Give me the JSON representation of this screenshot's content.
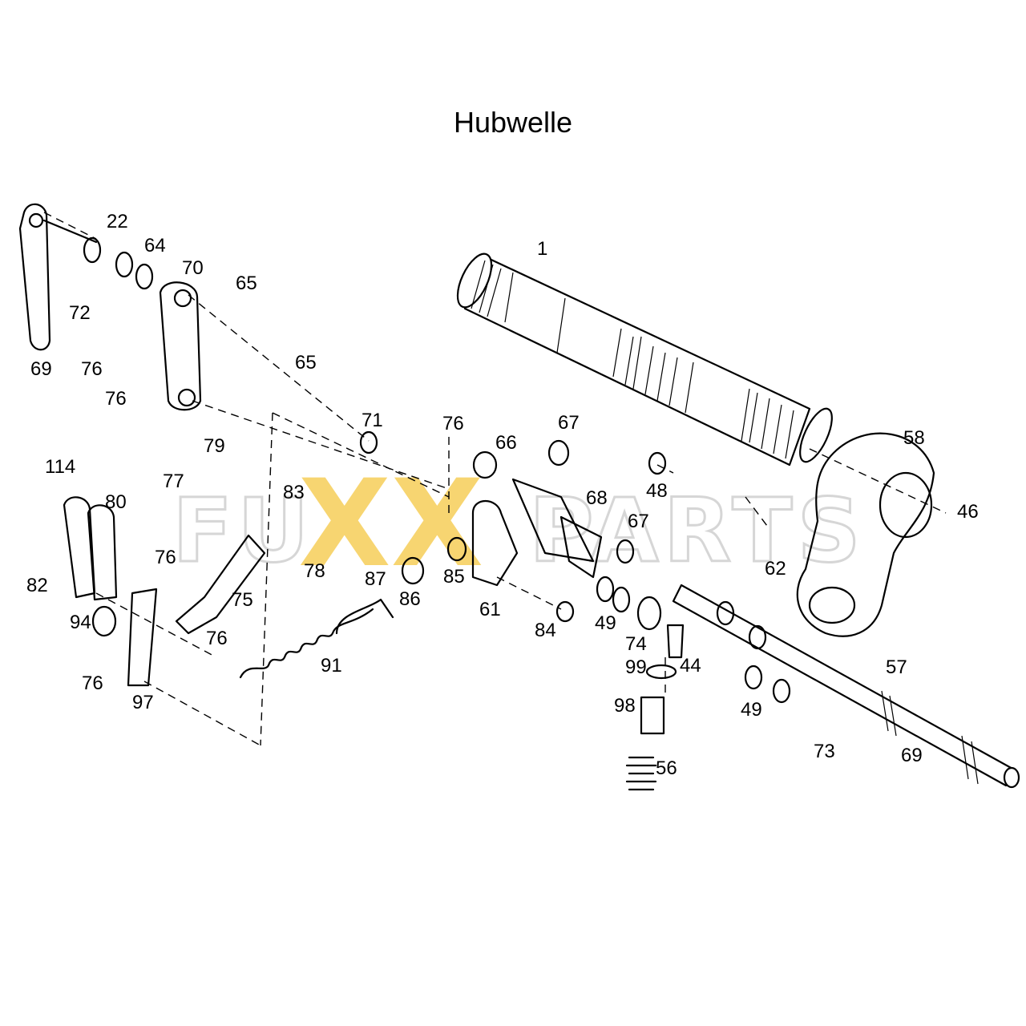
{
  "title": "Hubwelle",
  "watermark": {
    "text": "FUXXPARTS",
    "left": "FU",
    "highlight": "XX",
    "right": "PARTS",
    "highlight_color": "#f5c842",
    "outline_color": "#d6d6d6"
  },
  "part_labels": [
    "1",
    "22",
    "64",
    "70",
    "65",
    "72",
    "69",
    "76",
    "76",
    "65",
    "71",
    "76",
    "66",
    "67",
    "48",
    "58",
    "46",
    "114",
    "80",
    "79",
    "77",
    "83",
    "78",
    "87",
    "86",
    "85",
    "61",
    "68",
    "67",
    "62",
    "82",
    "76",
    "75",
    "84",
    "49",
    "74",
    "99",
    "44",
    "57",
    "94",
    "76",
    "91",
    "76",
    "97",
    "98",
    "56",
    "49",
    "73",
    "69"
  ]
}
